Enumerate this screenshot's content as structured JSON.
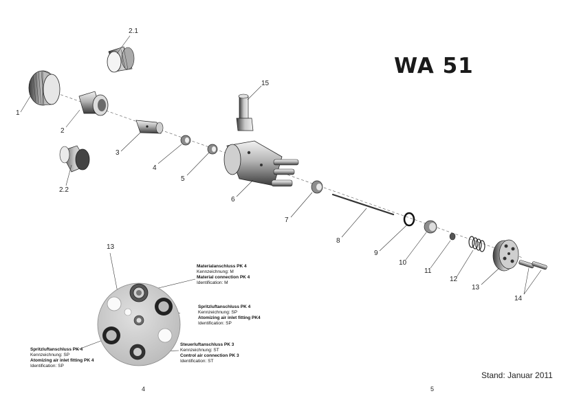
{
  "title": "WA 51",
  "stand": "Stand: Januar 2011",
  "pages": {
    "left": "4",
    "right": "5"
  },
  "part_numbers": {
    "p1": "1",
    "p2": "2",
    "p2_1": "2.1",
    "p2_2": "2.2",
    "p3": "3",
    "p4": "4",
    "p5": "5",
    "p6": "6",
    "p7": "7",
    "p8": "8",
    "p9": "9",
    "p10": "10",
    "p11": "11",
    "p12": "12",
    "p13": "13",
    "p14": "14",
    "p15": "15",
    "p13_detail": "13"
  },
  "labels": {
    "material": {
      "de": "Materialanschluss PK 4",
      "de_id": "Kennzeichnung: M",
      "en": "Material connection PK 4",
      "en_id": "Identification:  M"
    },
    "spray_right": {
      "de": "Spritzluftanschluss  PK 4",
      "de_id": "Kennzeichnung: SP",
      "en": "Atomizing air inlet fitting PK4",
      "en_id": "Identification:   SP"
    },
    "spray_left": {
      "de": "Spritzluftanschluss PK 4",
      "de_id": "Kennzeichnung: SP",
      "en": "Atomizing air inlet fitting PK 4",
      "en_id": "Identification: SP"
    },
    "control": {
      "de": "Steuerluftanschluss  PK 3",
      "de_id": "Kennzeichnung: ST",
      "en": "Control air connection PK 3",
      "en_id": "Identification:   ST"
    }
  },
  "colors": {
    "metal_dark": "#4a4a4a",
    "metal_mid": "#9a9a9a",
    "metal_light": "#d8d8d8",
    "disc": "#cfcfcf"
  }
}
